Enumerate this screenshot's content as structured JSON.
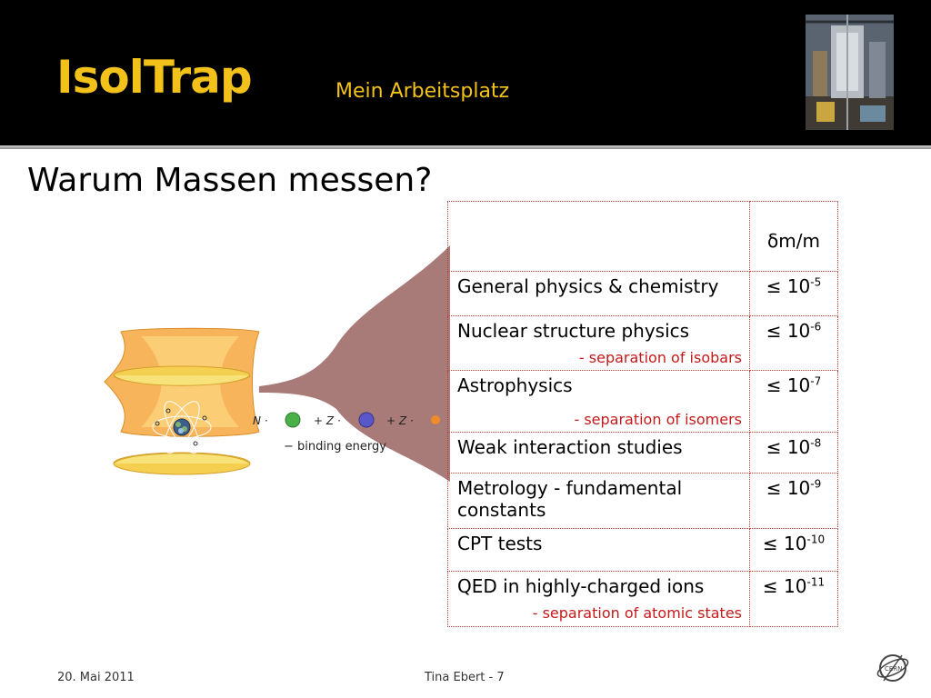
{
  "header": {
    "title": "IsolTrap",
    "subtitle": "Mein Arbeitsplatz"
  },
  "main": {
    "heading": "Warum Massen messen?"
  },
  "diagram": {
    "label_n": "N ·",
    "label_z1": "+ Z ·",
    "label_z2": "+ Z ·",
    "binding_energy": "− binding energy"
  },
  "table": {
    "header_value": "δm/m",
    "rows": [
      {
        "label": "General physics & chemistry",
        "prefix": "≤ 10",
        "exp": "-5",
        "note": ""
      },
      {
        "label": "Nuclear structure physics",
        "prefix": "≤ 10",
        "exp": "-6",
        "note": "- separation of isobars"
      },
      {
        "label": "Astrophysics",
        "prefix": "≤ 10",
        "exp": "-7",
        "note": "- separation of isomers"
      },
      {
        "label": "Weak interaction studies",
        "prefix": "≤ 10",
        "exp": "-8",
        "note": ""
      },
      {
        "label": "Metrology - fundamental constants",
        "prefix": "≤ 10",
        "exp": "-9",
        "note": ""
      },
      {
        "label": "CPT tests",
        "prefix": "≤ 10",
        "exp": "-10",
        "note": ""
      },
      {
        "label": "QED in highly-charged ions",
        "prefix": "≤ 10",
        "exp": "-11",
        "note": "- separation of atomic states"
      }
    ]
  },
  "footer": {
    "date": "20. Mai 2011",
    "author_page": "Tina Ebert - 7",
    "logo_text": "CERN"
  },
  "colors": {
    "header_bg": "#000000",
    "title_color": "#f2c21a",
    "note_color": "#c41a1a",
    "funnel_color": "#a87a78"
  }
}
